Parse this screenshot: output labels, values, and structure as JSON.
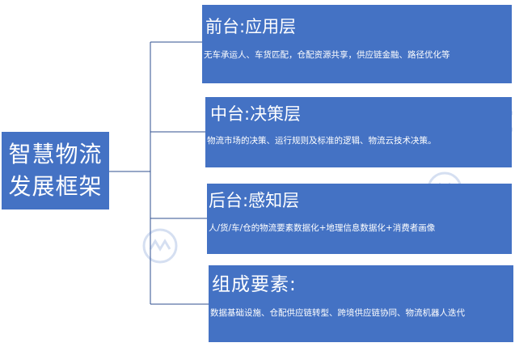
{
  "root": {
    "line1": "智慧物流",
    "line2": "发展框架"
  },
  "nodes": [
    {
      "title": "前台:应用层",
      "desc": "无车承运人、车货匹配，仓配资源共享，供应链金融、路径优化等"
    },
    {
      "title": "中台:决策层",
      "desc": "物流市场的决策、运行规则及标准的逻辑、物流云技术决策。"
    },
    {
      "title": "后台:感知层",
      "desc": "人/货/车/仓的物流要素数据化+地理信息数据化+消费者画像"
    },
    {
      "title": "组成要素:",
      "desc": "数据基础设施、仓配供应链转型、跨境供应链协同、物流机器人迭代"
    }
  ],
  "colors": {
    "box": "#4472c4",
    "line": "#2f4f8f",
    "text": "#ffffff"
  }
}
